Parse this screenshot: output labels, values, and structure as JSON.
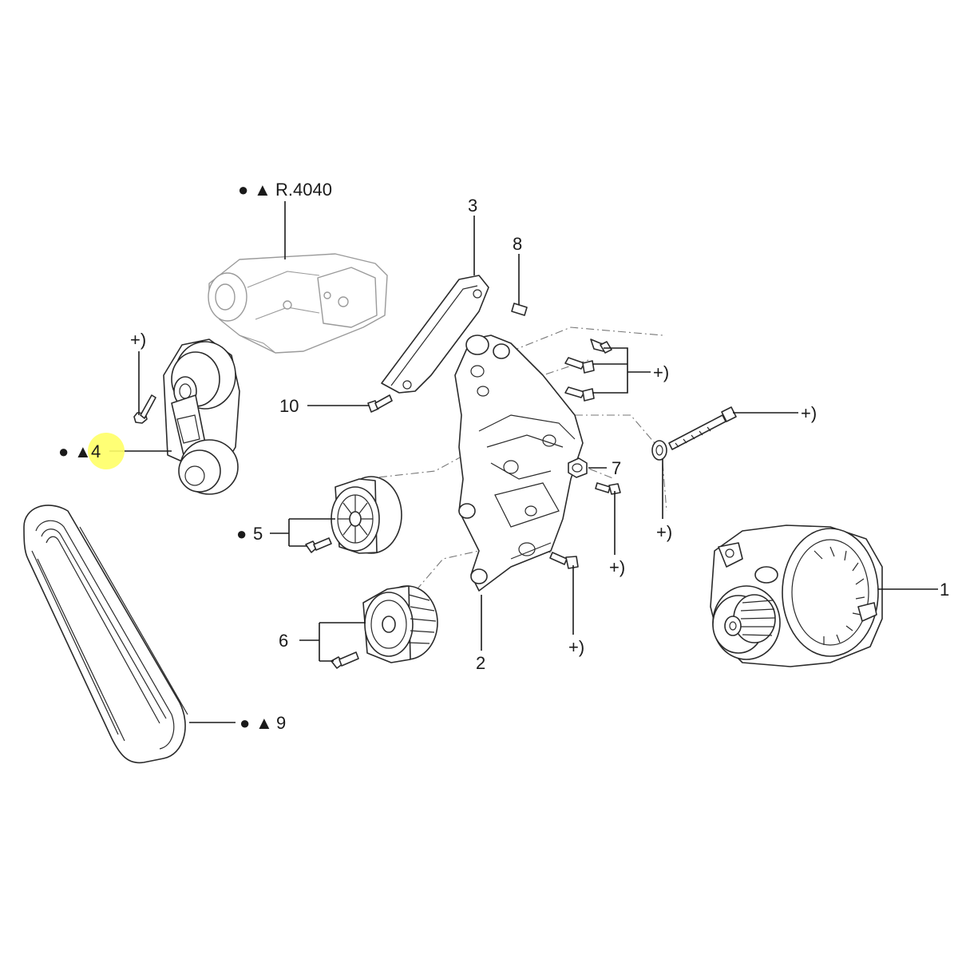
{
  "labels": {
    "ref": "R.4040",
    "p1": "1",
    "p2": "2",
    "p3": "3",
    "p4": "4",
    "p5": "5",
    "p6": "6",
    "p7": "7",
    "p8": "8",
    "p9": "9",
    "p10": "10",
    "plus": "+)"
  },
  "symbols": {
    "dot": "●",
    "triangle": "▲"
  },
  "highlight": {
    "part": "4",
    "color": "#ffff66"
  }
}
